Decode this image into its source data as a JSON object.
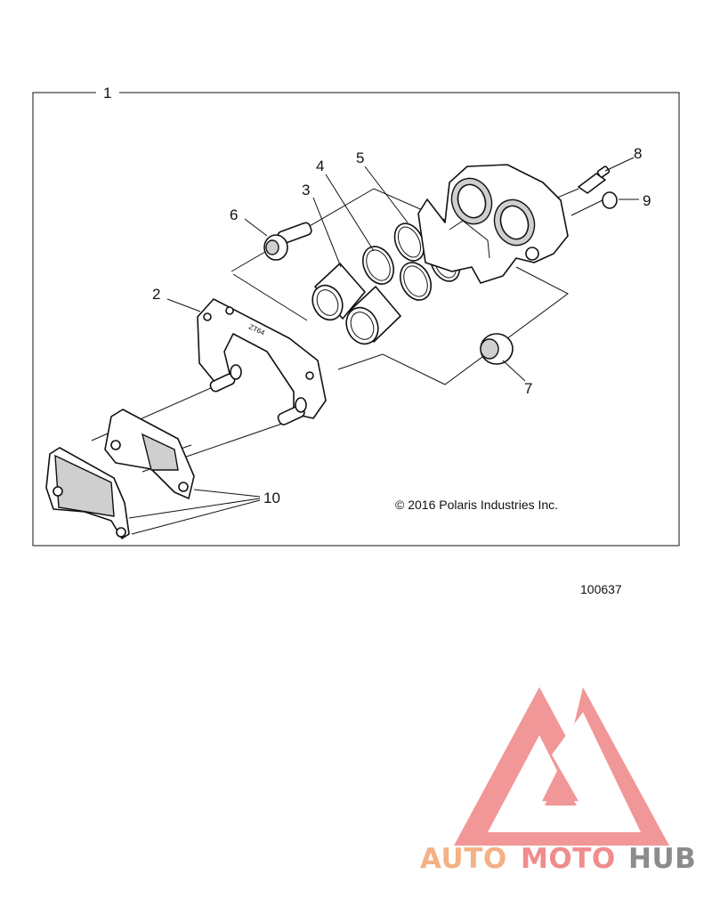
{
  "callouts": {
    "c1": "1",
    "c2": "2",
    "c3": "3",
    "c4": "4",
    "c5": "5",
    "c6": "6",
    "c7": "7",
    "c8": "8",
    "c9": "9",
    "c10": "10"
  },
  "copyright": "© 2016 Polaris Industries Inc.",
  "figure_number": "100637",
  "bracket_marking": "ZT64",
  "watermark": {
    "brand_parts": [
      "AUTO",
      "MOTO",
      "HUB"
    ],
    "colors": {
      "auto": "#f4b184",
      "moto": "#f08c8c",
      "hub": "#8c8c8c",
      "logo": "#f08c8c"
    }
  }
}
